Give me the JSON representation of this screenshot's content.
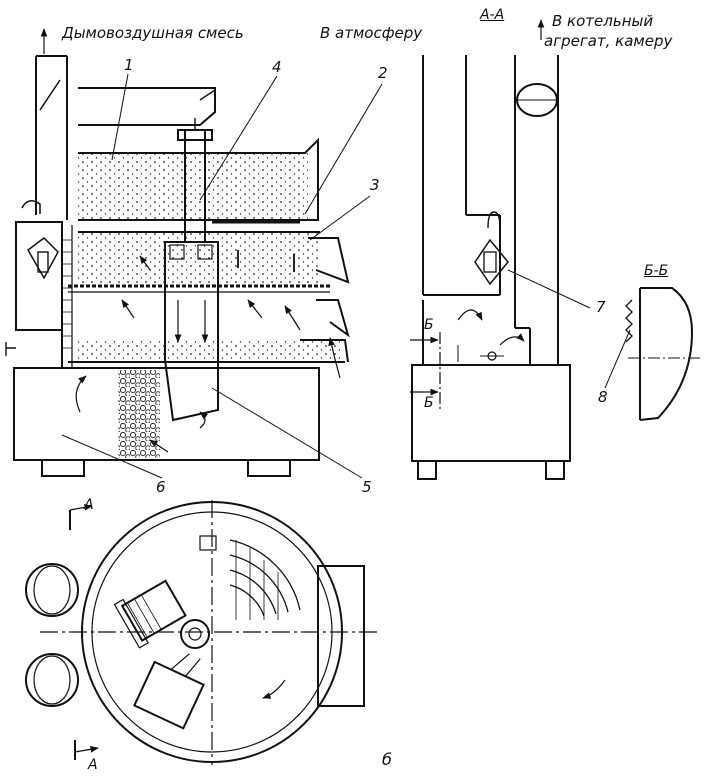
{
  "annotations": {
    "flue_gas": "Дымовоздушная смесь",
    "to_atmosphere": "В атмосферу",
    "to_boiler_line1": "В котельный",
    "to_boiler_line2": "агрегат, камеру"
  },
  "sections": {
    "aa": "А-А",
    "bb": "Б-Б",
    "marker_a_top": "А",
    "marker_a_bottom": "А",
    "marker_b_top": "Б",
    "marker_b_bottom": "Б",
    "view_b": "б"
  },
  "callouts": [
    "1",
    "2",
    "3",
    "4",
    "5",
    "6",
    "7",
    "8"
  ]
}
